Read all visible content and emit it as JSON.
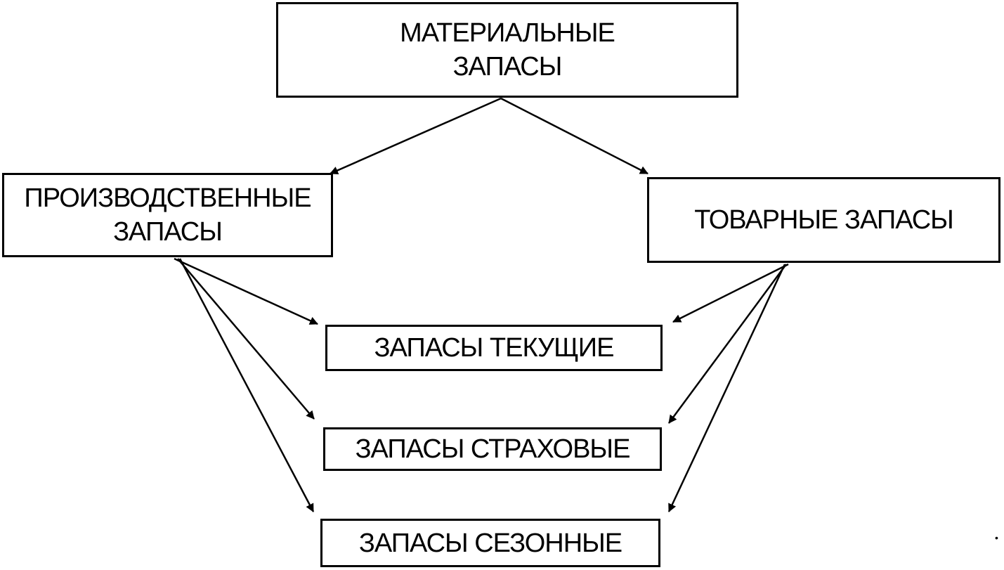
{
  "diagram": {
    "nodes": {
      "root": {
        "lines": [
          "МАТЕРИАЛЬНЫЕ",
          "ЗАПАСЫ"
        ]
      },
      "production": {
        "lines": [
          "ПРОИЗВОДСТВЕННЫЕ",
          "ЗАПАСЫ"
        ]
      },
      "goods": {
        "lines": [
          "ТОВАРНЫЕ ЗАПАСЫ"
        ]
      },
      "current": {
        "lines": [
          "ЗАПАСЫ ТЕКУЩИЕ"
        ]
      },
      "safety": {
        "lines": [
          "ЗАПАСЫ СТРАХОВЫЕ"
        ]
      },
      "seasonal": {
        "lines": [
          "ЗАПАСЫ СЕЗОННЫЕ"
        ]
      }
    },
    "edges": [
      {
        "from": "root",
        "to": "production"
      },
      {
        "from": "root",
        "to": "goods"
      },
      {
        "from": "production",
        "to": "current"
      },
      {
        "from": "production",
        "to": "safety"
      },
      {
        "from": "production",
        "to": "seasonal"
      },
      {
        "from": "goods",
        "to": "current"
      },
      {
        "from": "goods",
        "to": "safety"
      },
      {
        "from": "goods",
        "to": "seasonal"
      }
    ],
    "colors": {
      "stroke": "#000000",
      "fill": "#ffffff"
    },
    "speck": "•"
  }
}
